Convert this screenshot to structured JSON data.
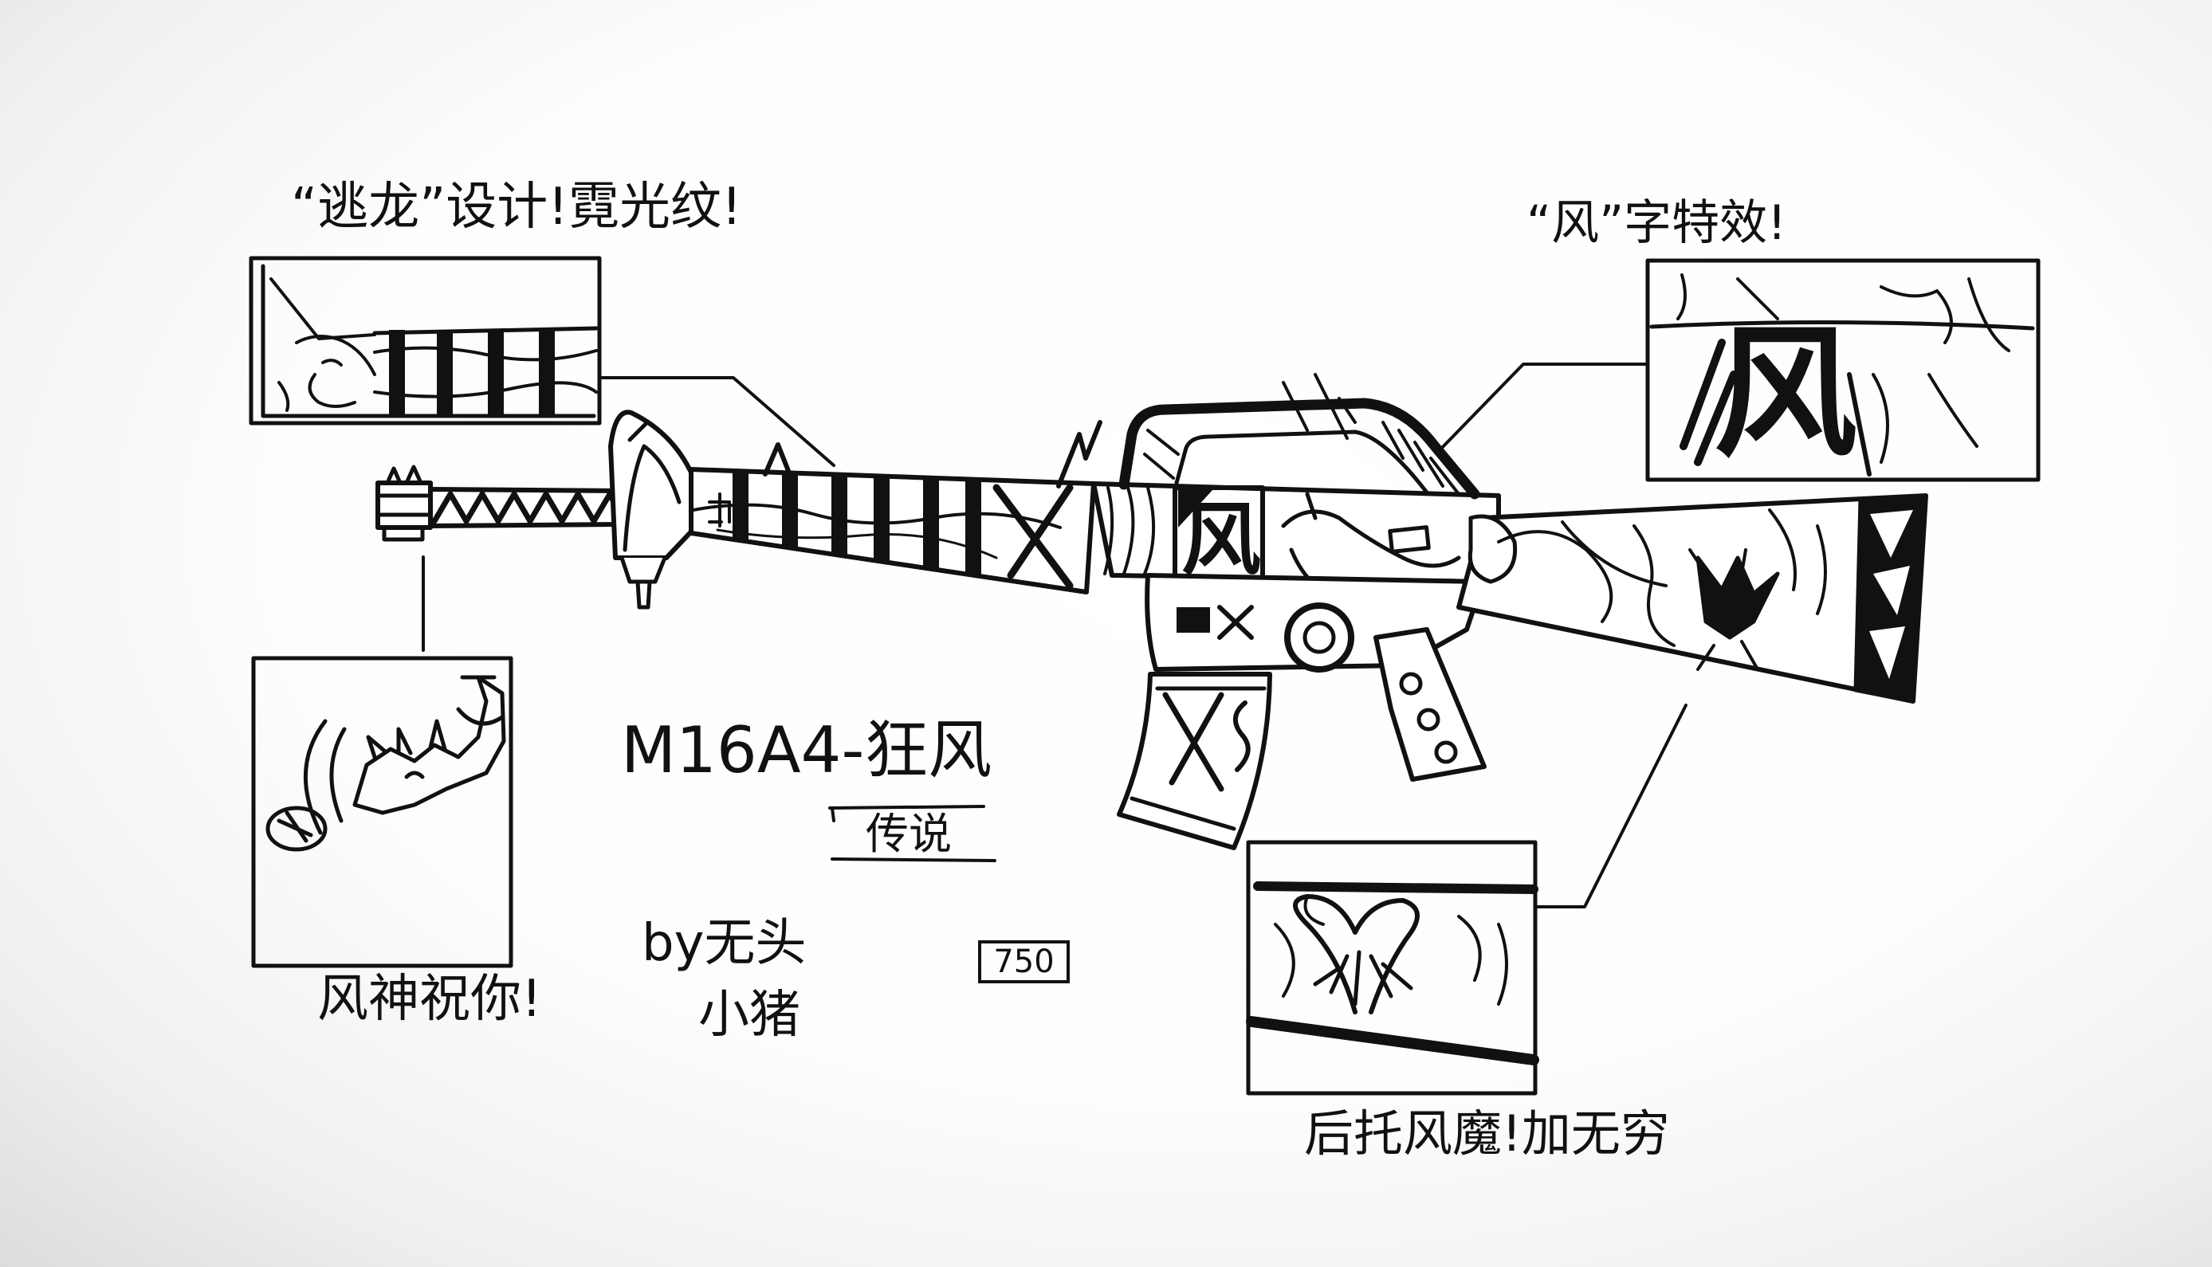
{
  "annotations": {
    "handguard_note": "“逃龙”设计!霓光纹!",
    "effect_note": "“风”字特效!",
    "muzzle_note": "风神祝你!",
    "stock_note": "后托风魔!加无穷"
  },
  "skin": {
    "name": "M16A4-狂风",
    "rarity": "传说",
    "tag": "750"
  },
  "author": {
    "line1": "by无头",
    "line2": "小猪"
  },
  "effects": {
    "wind_glyph": "风"
  },
  "colors": {
    "ink": "#111111",
    "paper": "#ffffff"
  }
}
